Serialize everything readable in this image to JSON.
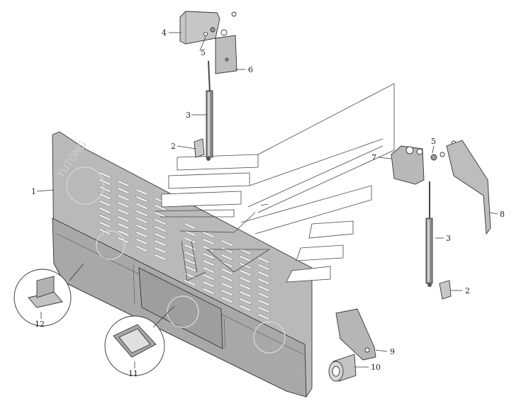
{
  "colors": {
    "panel_fill": "#b8b8b8",
    "panel_dark": "#9a9a9a",
    "part_fill": "#c4c4c4",
    "line": "#333333",
    "background": "#ffffff"
  },
  "callouts": [
    {
      "id": "c1",
      "label": "1"
    },
    {
      "id": "c2a",
      "label": "2"
    },
    {
      "id": "c2b",
      "label": "2"
    },
    {
      "id": "c3a",
      "label": "3"
    },
    {
      "id": "c3b",
      "label": "3"
    },
    {
      "id": "c4",
      "label": "4"
    },
    {
      "id": "c5a",
      "label": "5"
    },
    {
      "id": "c5b",
      "label": "5"
    },
    {
      "id": "c6",
      "label": "6"
    },
    {
      "id": "c7",
      "label": "7"
    },
    {
      "id": "c8",
      "label": "8"
    },
    {
      "id": "c9",
      "label": "9"
    },
    {
      "id": "c10",
      "label": "10"
    },
    {
      "id": "c11",
      "label": "11"
    },
    {
      "id": "c12",
      "label": "12"
    }
  ],
  "watermark": {
    "brand": "YUTONG"
  }
}
